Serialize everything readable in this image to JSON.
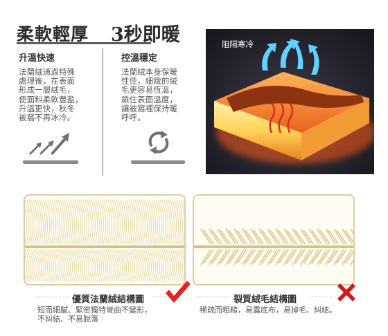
{
  "header": {
    "title_main": "柔軟輕厚",
    "title_accent": "3秒即暖"
  },
  "columns": [
    {
      "title": "升溫快速",
      "lines": [
        "法蘭絨通過特殊",
        "處理後，在表面",
        "形成一層絨毛，",
        "使面料柔軟豐盈，",
        "升溫更快，秋冬",
        "被窩不再冰冷。"
      ]
    },
    {
      "title": "控溫穩定",
      "lines": [
        "法蘭絨本身保暖",
        "性佳，細緻的絨",
        "毛更容易恆溫，",
        "鎖住表面溫度，",
        "讓被窩裡保持暖",
        "呼呼。"
      ]
    }
  ],
  "illustration": {
    "caption": "阻隔寒冷"
  },
  "comparison": {
    "good": {
      "label": "優質法蘭絨結構圖",
      "desc_lines": [
        "短而細膩、緊密獨特彎曲不變形，",
        "不糾結、不易脫落"
      ]
    },
    "bad": {
      "label": "裂質絨毛結構圖",
      "desc_lines": [
        "稀疏而粗糙，易露底布，易掉毛、糾結。"
      ]
    }
  },
  "icons": {
    "rise": "rising-arrows-icon",
    "cycle": "cycle-arrows-icon",
    "check": "check-mark-icon",
    "cross": "cross-mark-icon"
  },
  "colors": {
    "check": "#e02424",
    "cross": "#d01a1a",
    "heat": "#ff8a1e",
    "fiber": "#e0cf9a"
  }
}
